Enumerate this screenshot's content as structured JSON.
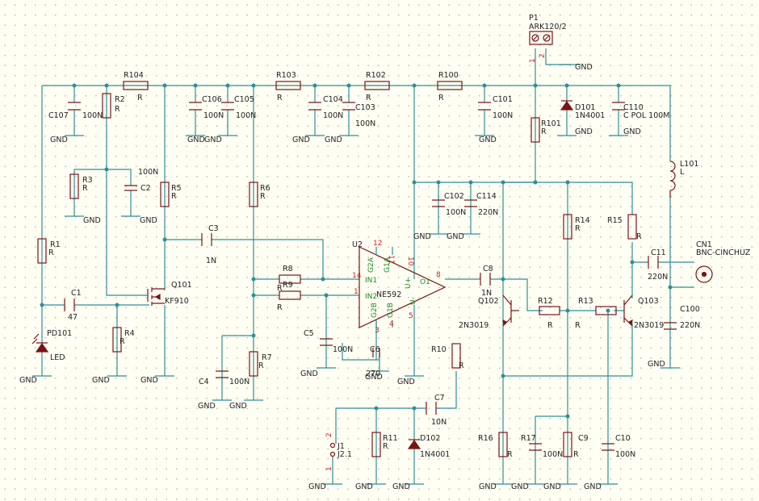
{
  "parts": {
    "P1": [
      "P1",
      "ARK120/2"
    ],
    "R104": [
      "R104",
      "R"
    ],
    "R103": [
      "R103",
      "R"
    ],
    "R102": [
      "R102",
      "R"
    ],
    "R100": [
      "R100",
      "R"
    ],
    "C107": [
      "C107",
      "100N"
    ],
    "R2": [
      "R2",
      "R"
    ],
    "C106": [
      "C106",
      "100N"
    ],
    "C105": [
      "C105",
      "100N"
    ],
    "C104": [
      "C104",
      "100N"
    ],
    "C103": [
      "C103",
      "100N"
    ],
    "C101": [
      "C101",
      "100N"
    ],
    "D101": [
      "D101",
      "1N4001"
    ],
    "C110": [
      "C110",
      "C POL 100M"
    ],
    "R101": [
      "R101",
      "R"
    ],
    "L101": [
      "L101",
      "L"
    ],
    "R3": [
      "R3",
      "R"
    ],
    "C2": [
      "C2",
      "100N"
    ],
    "R5": [
      "R5",
      "R"
    ],
    "R6": [
      "R6",
      "R"
    ],
    "C102": [
      "C102",
      "100N"
    ],
    "C114": [
      "C114",
      "220N"
    ],
    "R14": [
      "R14",
      "R"
    ],
    "R15": [
      "R15",
      "R"
    ],
    "CN1": [
      "CN1",
      "BNC-CINCHUZ"
    ],
    "C11": [
      "C11",
      "220N"
    ],
    "C3": [
      "C3",
      "1N"
    ],
    "U2": [
      "U2",
      "NE592"
    ],
    "R1": [
      "R1",
      "R"
    ],
    "C1": [
      "C1",
      "47"
    ],
    "Q101": [
      "Q101",
      "KF910"
    ],
    "R8": [
      "R8",
      "R"
    ],
    "R9": [
      "R9",
      "R"
    ],
    "C8": [
      "C8",
      "1N"
    ],
    "Q102": [
      "Q102",
      "2N3019"
    ],
    "R12": [
      "R12",
      "R"
    ],
    "R13": [
      "R13",
      "R"
    ],
    "Q103": [
      "Q103",
      "2N3019"
    ],
    "C100": [
      "C100",
      "220N"
    ],
    "PD101": [
      "PD101",
      "LED"
    ],
    "R4": [
      "R4",
      "R"
    ],
    "C5": [
      "C5",
      "100N"
    ],
    "C6": [
      "C6",
      "270"
    ],
    "R7": [
      "R7",
      "R"
    ],
    "C4": [
      "C4",
      "100N"
    ],
    "R10": [
      "R10",
      "R"
    ],
    "C7": [
      "C7",
      "10N"
    ],
    "J1": [
      "J1",
      "J2.1"
    ],
    "R11": [
      "R11",
      "R"
    ],
    "D102": [
      "D102",
      "1N4001"
    ],
    "R16": [
      "R16",
      "R"
    ],
    "R17": [
      "R17",
      "100N"
    ],
    "C9": [
      "C9",
      "R"
    ],
    "C10": [
      "C10",
      "100N"
    ]
  },
  "ic": {
    "pins": [
      "14",
      "1",
      "12",
      "11",
      "3",
      "4",
      "10",
      "8",
      "5"
    ],
    "pin_names": [
      "IN1",
      "IN2",
      "G2A",
      "G1A",
      "G2B",
      "G1B",
      "U+",
      "O1",
      "U-"
    ]
  },
  "jumper_pins": [
    "2",
    "1"
  ],
  "p1_pins": [
    "1",
    "2"
  ],
  "gnd": "GND"
}
